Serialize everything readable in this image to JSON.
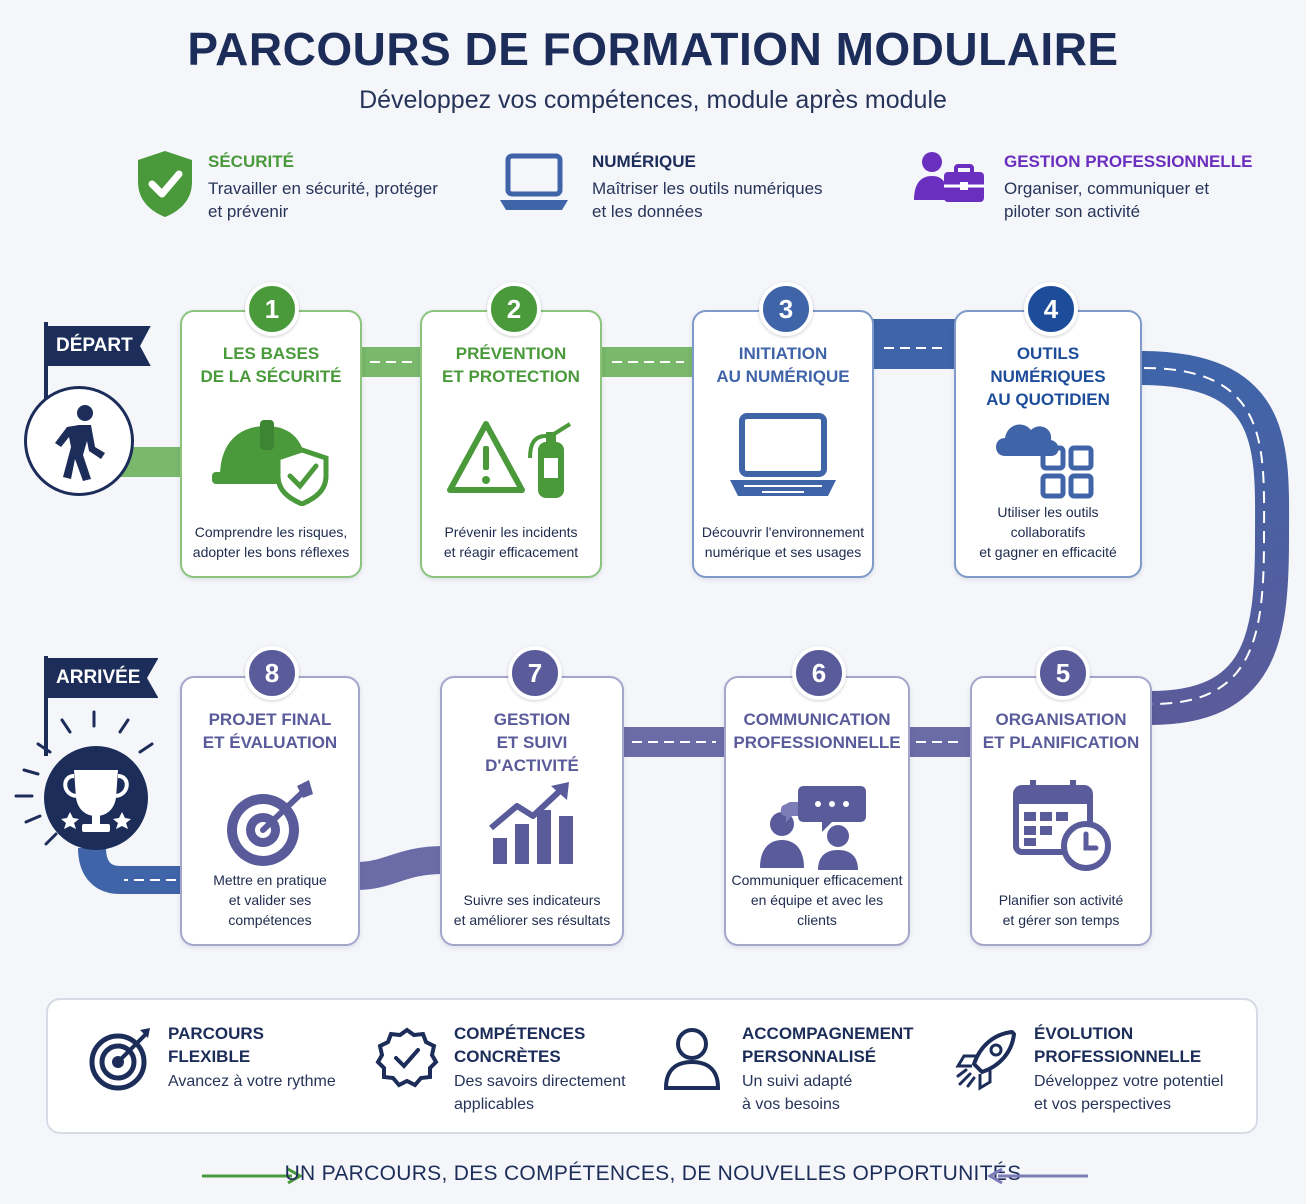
{
  "header": {
    "title": "PARCOURS DE FORMATION MODULAIRE",
    "subtitle": "Développez vos compétences, module après module"
  },
  "categories": [
    {
      "title": "SÉCURITÉ",
      "desc": "Travailler en sécurité, protéger et prévenir",
      "color": "#4a9a3c",
      "icon": "shield-check-icon"
    },
    {
      "title": "NUMÉRIQUE",
      "desc": "Maîtriser les outils numériques et les données",
      "color": "#1c2d5a",
      "icon": "laptop-icon"
    },
    {
      "title": "GESTION PROFESSIONNELLE",
      "desc": "Organiser, communiquer et piloter son activité",
      "color": "#6a2fbf",
      "icon": "people-briefcase-icon"
    }
  ],
  "start_label": "DÉPART",
  "end_label": "ARRIVÉE",
  "modules": [
    {
      "num": "1",
      "title": "LES BASES\nDE LA SÉCURITÉ",
      "desc": "Comprendre les risques,\nadopter les bons réflexes",
      "color": "#4a9a3c",
      "icon": "helmet-shield-icon"
    },
    {
      "num": "2",
      "title": "PRÉVENTION\nET PROTECTION",
      "desc": "Prévenir les incidents\net réagir efficacement",
      "color": "#4a9a3c",
      "icon": "warning-extinguisher-icon"
    },
    {
      "num": "3",
      "title": "INITIATION\nAU NUMÉRIQUE",
      "desc": "Découvrir l'environnement\nnumérique et ses usages",
      "color": "#3f64a8",
      "icon": "laptop-icon"
    },
    {
      "num": "4",
      "title": "OUTILS NUMÉRIQUES\nAU QUOTIDIEN",
      "desc": "Utiliser les outils collaboratifs\net gagner en efficacité",
      "color": "#1d4d9a",
      "icon": "cloud-apps-icon"
    },
    {
      "num": "5",
      "title": "ORGANISATION\nET PLANIFICATION",
      "desc": "Planifier son activité\net gérer son temps",
      "color": "#5a5b9a",
      "icon": "calendar-clock-icon"
    },
    {
      "num": "6",
      "title": "COMMUNICATION\nPROFESSIONNELLE",
      "desc": "Communiquer efficacement\nen équipe et avec les clients",
      "color": "#5a5b9a",
      "icon": "people-chat-icon"
    },
    {
      "num": "7",
      "title": "GESTION\nET SUIVI D'ACTIVITÉ",
      "desc": "Suivre ses indicateurs\net améliorer ses résultats",
      "color": "#5a5b9a",
      "icon": "growth-chart-icon"
    },
    {
      "num": "8",
      "title": "PROJET FINAL\nET ÉVALUATION",
      "desc": "Mettre en pratique\net valider ses compétences",
      "color": "#5a5b9a",
      "icon": "target-arrow-icon"
    }
  ],
  "benefits": [
    {
      "title": "PARCOURS\nFLEXIBLE",
      "desc": "Avancez à votre rythme",
      "icon": "target-icon"
    },
    {
      "title": "COMPÉTENCES\nCONCRÈTES",
      "desc": "Des savoirs directement\napplicables",
      "icon": "badge-check-icon"
    },
    {
      "title": "ACCOMPAGNEMENT\nPERSONNALISÉ",
      "desc": "Un suivi adapté\nà vos besoins",
      "icon": "user-icon"
    },
    {
      "title": "ÉVOLUTION\nPROFESSIONNELLE",
      "desc": "Développez votre potentiel\net vos perspectives",
      "icon": "rocket-icon"
    }
  ],
  "footer": "UN PARCOURS, DES COMPÉTENCES, DE NOUVELLES OPPORTUNITÉS"
}
